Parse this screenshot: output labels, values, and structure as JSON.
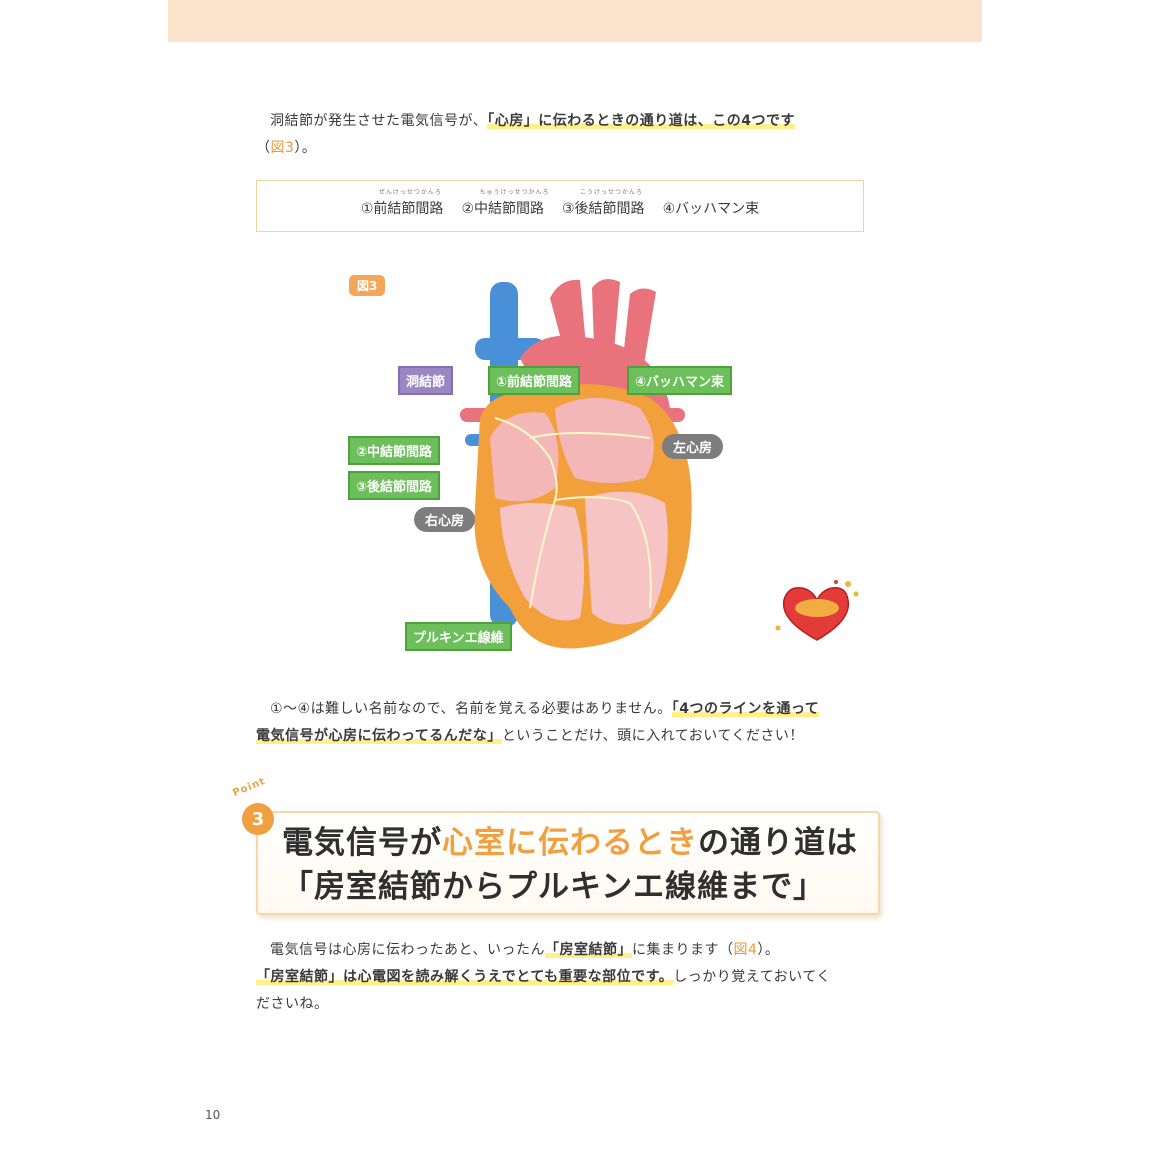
{
  "para1": {
    "line1_pre": "洞結節が発生させた電気信号が、",
    "line1_hl": "「心房」に伝わるときの通り道は、この4つです",
    "line2_pre": "（",
    "line2_ref": "図3",
    "line2_post": "）。"
  },
  "pathways": [
    {
      "label": "①前結節間路",
      "ruby": "ぜんけっせつかんろ"
    },
    {
      "label": "②中結節間路",
      "ruby": "ちゅうけっせつかんろ"
    },
    {
      "label": "③後結節間路",
      "ruby": "こうけっせつかんろ"
    },
    {
      "label": "④バッハマン束",
      "ruby": ""
    }
  ],
  "figure3": {
    "badge": "図3",
    "labels": {
      "sinus_node": "洞結節",
      "anterior": "①前結節間路",
      "bachmann": "④バッハマン束",
      "middle": "②中結節間路",
      "posterior": "③後結節間路",
      "left_atrium": "左心房",
      "right_atrium": "右心房",
      "purkinje": "プルキンエ線維"
    },
    "colors": {
      "artery": "#e8737d",
      "vein": "#4a90d9",
      "heart_body": "#f2a03c",
      "chamber": "#f4b7b7",
      "label_green": "#6cbf5a",
      "label_purple": "#9b86c4",
      "label_grey": "#7d7d7d"
    }
  },
  "para2": {
    "line1_pre": "①〜④は難しい名前なので、名前を覚える必要はありません。",
    "line1_hl": "「4つのラインを通って",
    "line2_hl": "電気信号が心房に伝わってるんだな」",
    "line2_post": "ということだけ、頭に入れておいてください！"
  },
  "point": {
    "label": "Point",
    "number": "3",
    "title_a": "電気信号が",
    "title_accent": "心室に伝わるとき",
    "title_b": "の通り道は",
    "title_line2": "「房室結節からプルキンエ線維まで」"
  },
  "para3": {
    "line1_pre": "電気信号は心房に伝わったあと、いったん",
    "line1_hl": "「房室結節」",
    "line1_mid": "に集まります（",
    "line1_ref": "図4",
    "line1_post": "）。",
    "line2_hl": "「房室結節」は心電図を読み解くうえでとても重要な部位です。",
    "line2_post": "しっかり覚えておいてく",
    "line3": "ださいね。"
  },
  "page_number": "10"
}
